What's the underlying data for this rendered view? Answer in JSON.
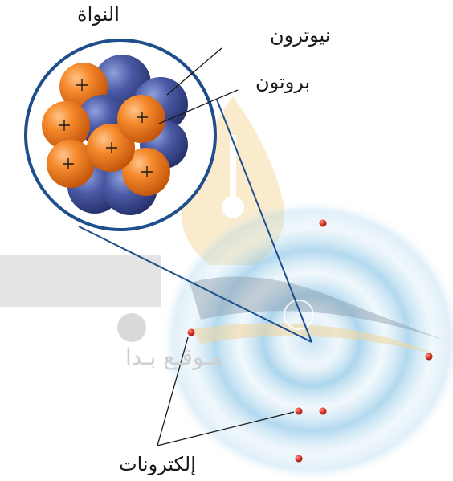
{
  "labels": {
    "nucleus": "النواة",
    "neutron": "نيوترون",
    "proton": "بروتون",
    "electrons": "إلكترونات"
  },
  "watermark": {
    "text": "مـوقـع بـدا"
  },
  "colors": {
    "proton": "#f07a1e",
    "neutron": "#3f4f9a",
    "electron": "#d9262a",
    "cloud": "#8fc6e6",
    "outline": "#1f4e8c",
    "watermark_gold": "#f2d79a"
  }
}
